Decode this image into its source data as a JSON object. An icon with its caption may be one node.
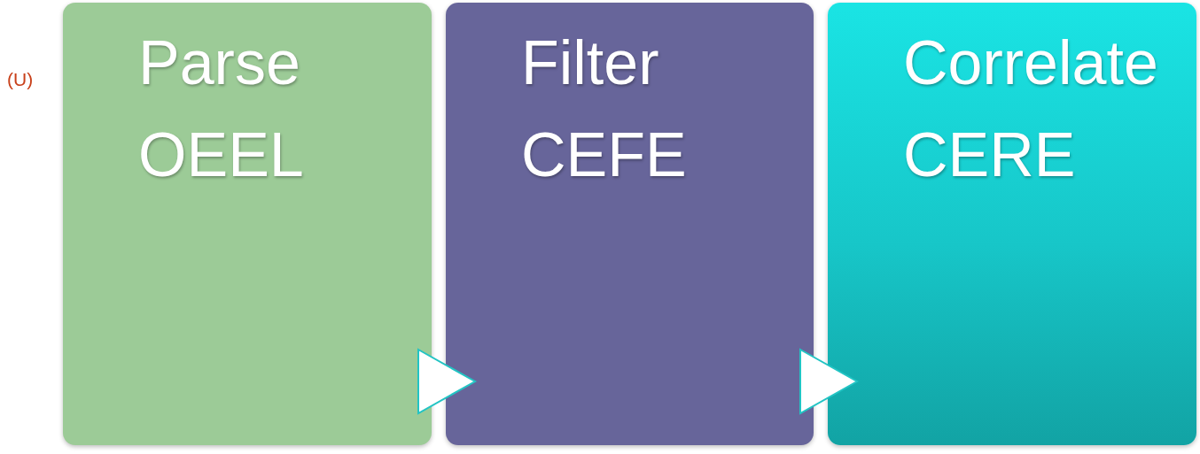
{
  "diagram": {
    "nodes": [
      {
        "text": [
          "Parse",
          "OEEL"
        ]
      },
      {
        "text": [
          "Filter",
          "CEFE"
        ]
      },
      {
        "text": [
          "Correlate",
          "CERE"
        ]
      }
    ],
    "edges": [
      {
        "from": 0,
        "to": 1,
        "arrow": "to"
      },
      {
        "from": 1,
        "to": 2,
        "arrow": "to"
      }
    ],
    "labels": [
      "(U)"
    ]
  }
}
